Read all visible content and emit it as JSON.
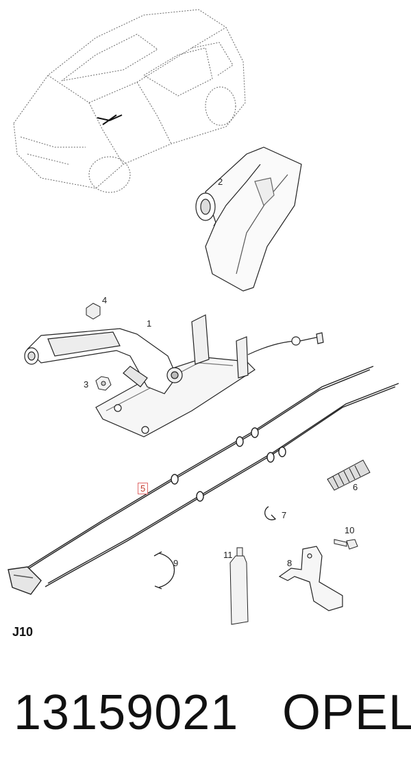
{
  "diagram": {
    "callouts": [
      {
        "id": "c1",
        "label": "1"
      },
      {
        "id": "c2",
        "label": "2"
      },
      {
        "id": "c3",
        "label": "3"
      },
      {
        "id": "c4",
        "label": "4"
      },
      {
        "id": "c5",
        "label": "5",
        "highlighted": true
      },
      {
        "id": "c6",
        "label": "6"
      },
      {
        "id": "c7",
        "label": "7"
      },
      {
        "id": "c8",
        "label": "8"
      },
      {
        "id": "c9",
        "label": "9"
      },
      {
        "id": "c10",
        "label": "10"
      },
      {
        "id": "c11",
        "label": "11"
      }
    ],
    "section_code": "J10",
    "highlight_color": "#e06a6a"
  },
  "footer": {
    "part_number": "13159021",
    "brand": "OPEL"
  }
}
